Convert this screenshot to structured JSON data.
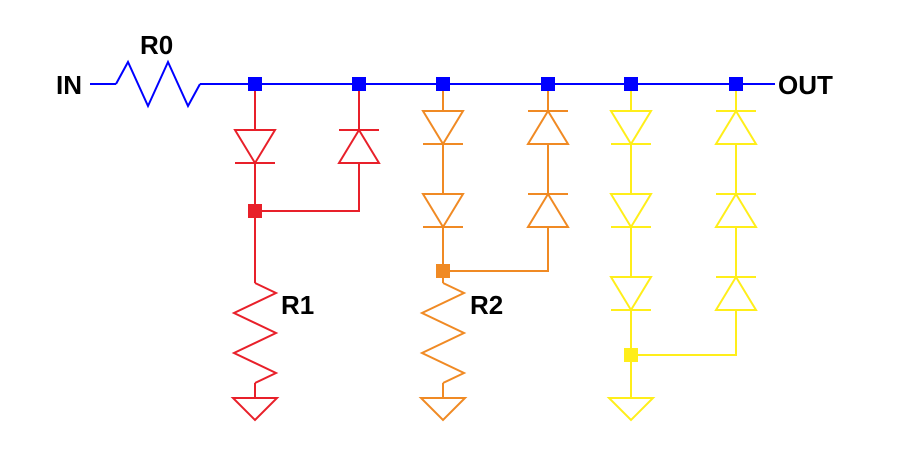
{
  "labels": {
    "in": "IN",
    "out": "OUT",
    "r0": "R0",
    "r1": "R1",
    "r2": "R2"
  },
  "colors": {
    "bus": "#0000ff",
    "node_bus": "#0000ff",
    "branch1": "#e8202a",
    "branch2": "#f08a24",
    "branch3": "#ffee1a",
    "text": "#000000"
  }
}
